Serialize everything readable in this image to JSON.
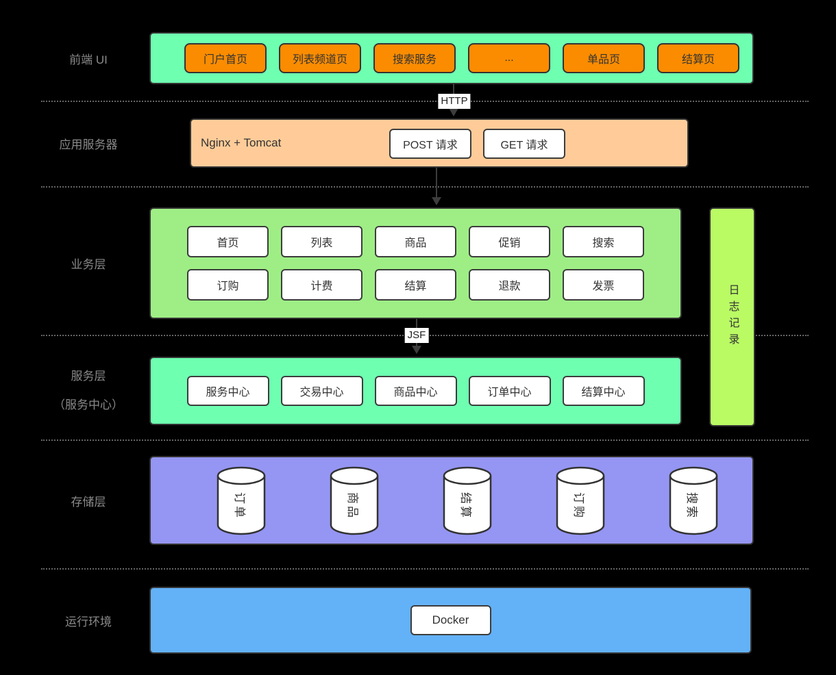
{
  "layers": {
    "frontend": {
      "label": "前端 UI",
      "items": [
        "门户首页",
        "列表频道页",
        "搜索服务",
        "...",
        "单品页",
        "结算页"
      ]
    },
    "app_server": {
      "label": "应用服务器",
      "name": "Nginx + Tomcat",
      "items": [
        "POST 请求",
        "GET 请求"
      ]
    },
    "business": {
      "label": "业务层",
      "rows": [
        [
          "首页",
          "列表",
          "商品",
          "促销",
          "搜索"
        ],
        [
          "订购",
          "计费",
          "结算",
          "退款",
          "发票"
        ]
      ]
    },
    "service": {
      "label": "服务层",
      "label_sub": "（服务中心）",
      "items": [
        "服务中心",
        "交易中心",
        "商品中心",
        "订单中心",
        "结算中心"
      ]
    },
    "storage": {
      "label": "存储层",
      "items": [
        "订单",
        "商品",
        "结算",
        "订购",
        "搜索"
      ]
    },
    "runtime": {
      "label": "运行环境",
      "items": [
        "Docker"
      ]
    },
    "logging": {
      "label": "日志记录"
    }
  },
  "connectors": {
    "http_label": "HTTP",
    "jsf_label": "JSF"
  },
  "colors": {
    "background": "#000000",
    "mint_green": "#6EFFB1",
    "light_green": "#9EEE85",
    "lime_green": "#BAFB64",
    "orange": "#FB8C00",
    "peach": "#FFCC99",
    "purple": "#9595F3",
    "blue": "#63B1F7"
  }
}
